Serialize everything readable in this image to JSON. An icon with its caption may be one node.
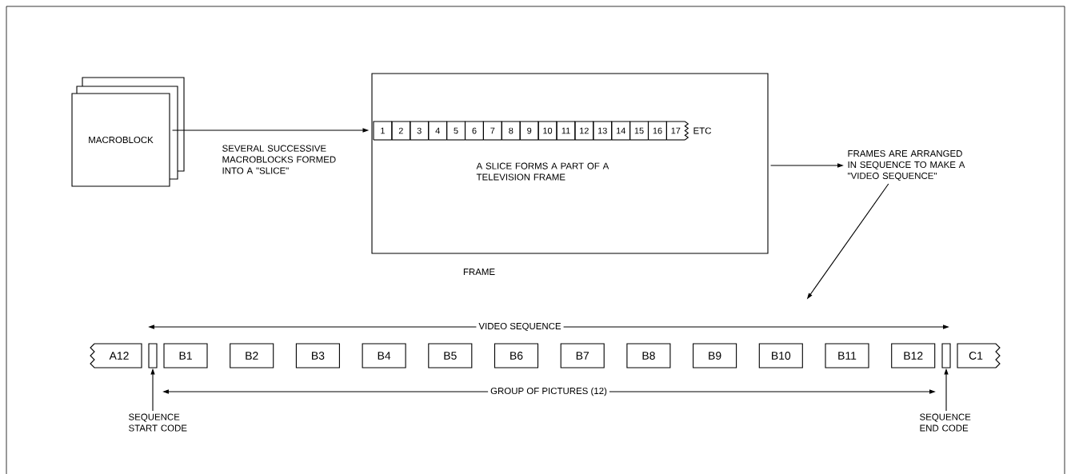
{
  "diagram": {
    "nodes": [
      {
        "text": [
          "MACROBLOCK"
        ]
      },
      {
        "text": [
          "A SLICE FORMS A PART OF A TELEVISION FRAME",
          "FRAME"
        ]
      },
      {
        "text": [
          "1"
        ],
        "in": 1
      },
      {
        "text": [
          "2"
        ],
        "in": 1
      },
      {
        "text": [
          "3"
        ],
        "in": 1
      },
      {
        "text": [
          "4"
        ],
        "in": 1
      },
      {
        "text": [
          "5"
        ],
        "in": 1
      },
      {
        "text": [
          "6"
        ],
        "in": 1
      },
      {
        "text": [
          "7"
        ],
        "in": 1
      },
      {
        "text": [
          "8"
        ],
        "in": 1
      },
      {
        "text": [
          "9"
        ],
        "in": 1
      },
      {
        "text": [
          "10"
        ],
        "in": 1
      },
      {
        "text": [
          "11"
        ],
        "in": 1
      },
      {
        "text": [
          "12"
        ],
        "in": 1
      },
      {
        "text": [
          "13"
        ],
        "in": 1
      },
      {
        "text": [
          "14"
        ],
        "in": 1
      },
      {
        "text": [
          "15"
        ],
        "in": 1
      },
      {
        "text": [
          "16"
        ],
        "in": 1
      },
      {
        "text": [
          "17"
        ],
        "in": 1
      },
      {
        "text": [
          "FRAMES ARE ARRANGED IN SEQUENCE TO MAKE A \"VIDEO SEQUENCE\""
        ]
      },
      {
        "text": [
          "A12"
        ]
      },
      {
        "text": [],
        "shape": "box"
      },
      {
        "text": [
          "B1"
        ]
      },
      {
        "text": [
          "B2"
        ]
      },
      {
        "text": [
          "B3"
        ]
      },
      {
        "text": [
          "B4"
        ]
      },
      {
        "text": [
          "B5"
        ]
      },
      {
        "text": [
          "B6"
        ]
      },
      {
        "text": [
          "B7"
        ]
      },
      {
        "text": [
          "B8"
        ]
      },
      {
        "text": [
          "B9"
        ]
      },
      {
        "text": [
          "B10"
        ]
      },
      {
        "text": [
          "B11"
        ]
      },
      {
        "text": [
          "B12"
        ]
      },
      {
        "text": [],
        "shape": "box"
      },
      {
        "text": [
          "C1"
        ]
      },
      {
        "text": [
          "SEQUENCE START CODE"
        ]
      },
      {
        "text": [
          "SEQUENCE END CODE"
        ]
      }
    ],
    "edges": [
      {
        "from": 0,
        "to": 1,
        "arrow": "to",
        "label": "SEVERAL SUCCESSIVE MACROBLOCKS FORMED INTO A \"SLICE\""
      },
      {
        "from": 1,
        "to": 19,
        "arrow": "to"
      },
      {
        "from": 19,
        "to": null,
        "arrow": "to"
      },
      {
        "from": 36,
        "to": 21,
        "arrow": "to"
      },
      {
        "from": 37,
        "to": 34,
        "arrow": "to"
      }
    ],
    "labels": [
      "ETC",
      "VIDEO SEQUENCE",
      "GROUP OF PICTURES (12)"
    ]
  }
}
